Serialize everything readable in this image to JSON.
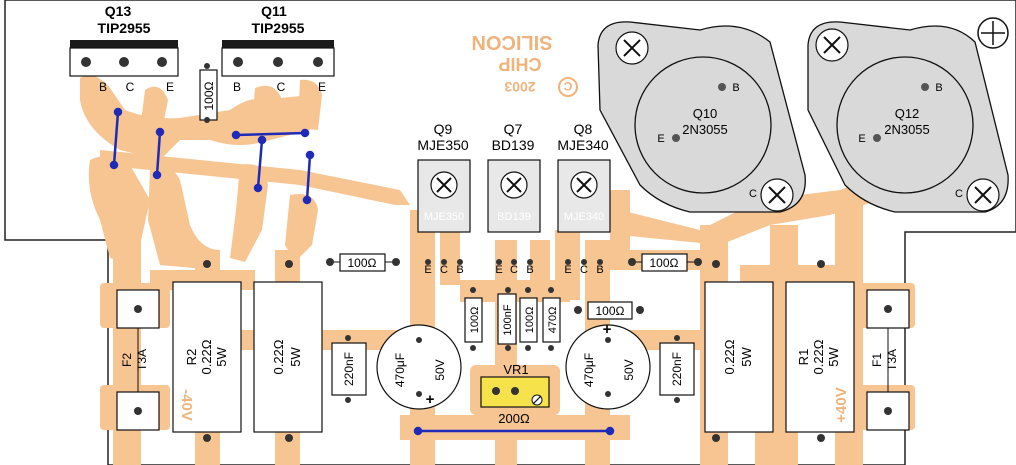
{
  "colors": {
    "copper": "#f6c592",
    "board_outline": "#222222",
    "link_wire": "#1f2bb8",
    "component_outline": "#111111",
    "heatsink_fill": "#d9d9d9",
    "tab_black": "#1a1a1a",
    "silk_ghost": "#f0b37c",
    "trimmer_yellow": "#f6e24a"
  },
  "transistors_top": [
    {
      "ref": "Q13",
      "part": "TIP2955",
      "pins": [
        "B",
        "C",
        "E"
      ]
    },
    {
      "ref": "Q11",
      "part": "TIP2955",
      "pins": [
        "B",
        "C",
        "E"
      ]
    }
  ],
  "drivers": [
    {
      "ref": "Q9",
      "part": "MJE350",
      "body_label": "MJE350",
      "pins": [
        "E",
        "C",
        "B"
      ]
    },
    {
      "ref": "Q7",
      "part": "BD139",
      "body_label": "BD139",
      "pins": [
        "E",
        "C",
        "B"
      ]
    },
    {
      "ref": "Q8",
      "part": "MJE340",
      "body_label": "MJE340",
      "pins": [
        "E",
        "C",
        "B"
      ]
    }
  ],
  "power_transistors": [
    {
      "ref": "Q10",
      "part": "2N3055",
      "pin_b": "B",
      "pin_e": "E",
      "pin_c": "C"
    },
    {
      "ref": "Q12",
      "part": "2N3055",
      "pin_b": "B",
      "pin_e": "E",
      "pin_c": "C"
    }
  ],
  "resistors": {
    "r_top_100": "100Ω",
    "r_left_100": "100Ω",
    "r_right_100": "100Ω",
    "r_mid_100a": "100Ω",
    "r_mid_100nf": "100nF",
    "r_mid_100b": "100Ω",
    "r_mid_470": "470Ω",
    "r_mid_right_100": "100Ω",
    "vr_value": "200Ω"
  },
  "power_resistors": [
    {
      "ref": "R2",
      "value": "0.22Ω",
      "rating": "5W"
    },
    {
      "ref": "",
      "value": "0.22Ω",
      "rating": "5W"
    },
    {
      "ref": "",
      "value": "0.22Ω",
      "rating": "5W"
    },
    {
      "ref": "R1",
      "value": "0.22Ω",
      "rating": "5W"
    }
  ],
  "fuses": [
    {
      "ref": "F2",
      "rating": "T3A"
    },
    {
      "ref": "F1",
      "rating": "T3A"
    }
  ],
  "caps": {
    "film_left": "220nF",
    "film_right": "220nF",
    "elec_left_value": "470μF",
    "elec_left_voltage": "50V",
    "elec_right_value": "470μF",
    "elec_right_voltage": "50V",
    "plus": "+"
  },
  "trimmer": {
    "ref": "VR1"
  },
  "silkscreen": {
    "brand_line1": "SILICON",
    "brand_line2": "CHIP",
    "year": "2003",
    "copyright": "C",
    "rail_left": "-40V",
    "rail_right": "+40V"
  }
}
